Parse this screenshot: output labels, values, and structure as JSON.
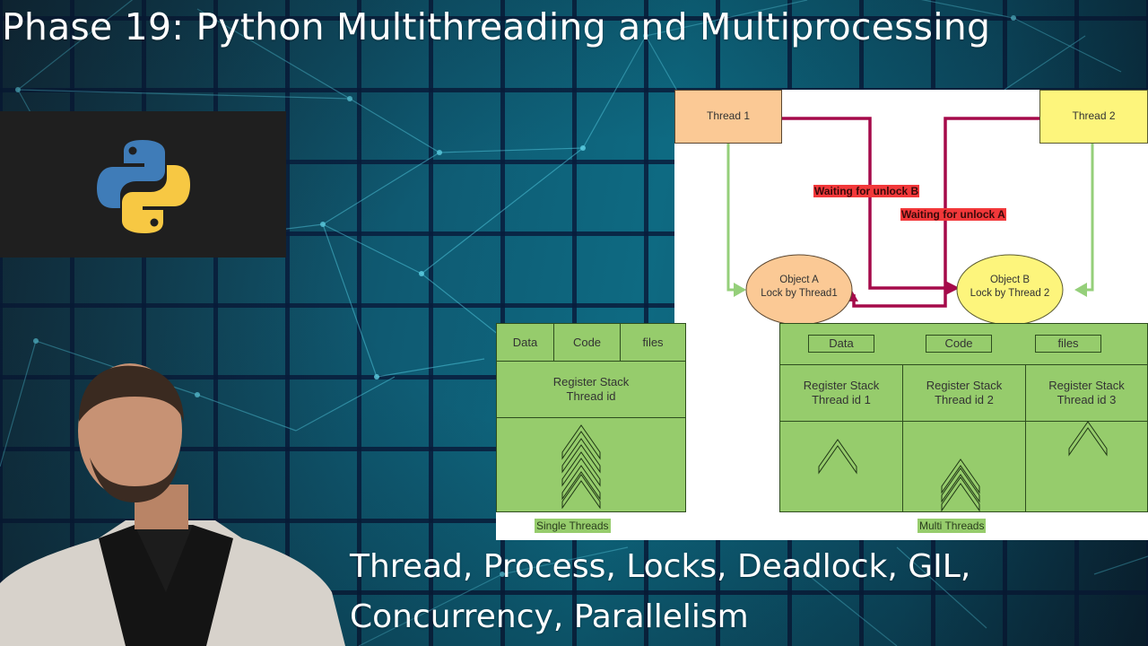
{
  "title": "Phase 19: Python Multithreading and Multiprocessing",
  "subtitle": {
    "line1": "Thread, Process, Locks, Deadlock, GIL,",
    "line2": "Concurrency, Parallelism"
  },
  "logo": {
    "icon": "python-logo-icon",
    "colors": {
      "blue": "#3f7cb8",
      "yellow": "#f7c843",
      "panel": "#1f1f1f"
    }
  },
  "deadlock_diagram": {
    "thread1": {
      "label": "Thread 1",
      "color": "#fbc995"
    },
    "thread2": {
      "label": "Thread 2",
      "color": "#fdf57c"
    },
    "object_a": {
      "line1": "Object A",
      "line2": "Lock by Thread1",
      "color": "#fbc995"
    },
    "object_b": {
      "line1": "Object B",
      "line2": "Lock by Thread 2",
      "color": "#fdf57c"
    },
    "wait_b": "Waiting for unlock B",
    "wait_a": "Waiting for unlock A",
    "colors": {
      "wait_arrow": "#a50a4a",
      "hold_arrow": "#95cf7a",
      "label_bg": "#f2383a"
    }
  },
  "single_thread": {
    "headers": [
      "Data",
      "Code",
      "files"
    ],
    "register_line1": "Register Stack",
    "register_line2": "Thread id",
    "caption": "Single Threads"
  },
  "multi_thread": {
    "shared": [
      "Data",
      "Code",
      "files"
    ],
    "threads": [
      {
        "line1": "Register Stack",
        "line2": "Thread id 1"
      },
      {
        "line1": "Register Stack",
        "line2": "Thread id 2"
      },
      {
        "line1": "Register Stack",
        "line2": "Thread id 3"
      }
    ],
    "caption": "Multi Threads"
  },
  "colors": {
    "diagram_green": "#96cc6c",
    "bg_teal": "#0e6a82",
    "grid_dark": "#081c3c"
  }
}
